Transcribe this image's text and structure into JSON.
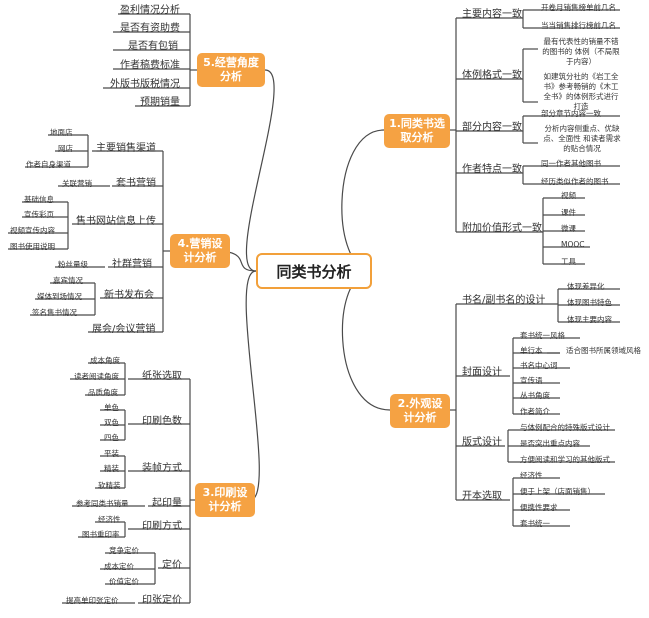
{
  "center": "同类书分析",
  "branches": {
    "b1": "1.同类书选取分析",
    "b2": "2.外观设计分析",
    "b3": "3.印刷设计分析",
    "b4": "4.营销设计分析",
    "b5": "5.经营角度分析"
  },
  "b1": {
    "topics": [
      "主要内容一致",
      "体例格式一致",
      "部分内容一致",
      "作者特点一致",
      "附加价值形式一致"
    ],
    "t1": [
      "开卷月销售榜单前几名",
      "当当销售排行榜前几名"
    ],
    "t2": [
      "最有代表性的销量不错的图书的 体例（不局限于内容）",
      "如建筑分社的《岩工全书》参考畅销的《木工全书》的体例形式进行打造"
    ],
    "t3": [
      "部分章节内容一致",
      "分析内容侧重点、优缺点、全面性 和读者需求的贴合情况"
    ],
    "t4": [
      "同一作者其他图书",
      "经历类似作者的图书"
    ],
    "t5": [
      "视频",
      "课件",
      "微课",
      "MOOC",
      "工具"
    ]
  },
  "b2": {
    "topics": [
      "书名/副书名的设计",
      "封面设计",
      "版式设计",
      "开本选取"
    ],
    "t1": [
      "体现差异化",
      "体现图书特色",
      "体现主要内容"
    ],
    "t2": [
      "套书统一风格",
      "单行本",
      "适合图书所属领域风格",
      "书名中心词",
      "宣传语",
      "丛书角度",
      "作者简介"
    ],
    "t3": [
      "与体例配合的特殊版式设计",
      "是否突出重点内容",
      "方便阅读和学习的其他版式"
    ],
    "t4": [
      "经济性",
      "便于上架（店面销售）",
      "便携性要求",
      "套书统一"
    ]
  },
  "b3": {
    "topics": [
      "纸张选取",
      "印刷色数",
      "装帧方式",
      "起印量",
      "印刷方式",
      "定价",
      "印张定价"
    ],
    "t1": [
      "成本角度",
      "读者阅读角度",
      "品质角度"
    ],
    "t2": [
      "单色",
      "双色",
      "四色"
    ],
    "t3": [
      "平装",
      "精装",
      "软精装"
    ],
    "t4": [
      "参考同类书销量"
    ],
    "t5": [
      "经济性",
      "图书重印率"
    ],
    "t6": [
      "竞争定价",
      "成本定价",
      "价值定价"
    ],
    "t7": [
      "提高单印张定价"
    ]
  },
  "b4": {
    "topics": [
      "主要销售渠道",
      "套书营销",
      "售书网站信息上传",
      "社群营销",
      "新书发布会",
      "展会/会议营销"
    ],
    "t1": [
      "地面店",
      "网店",
      "作者自身渠道"
    ],
    "t2": [
      "关联营销"
    ],
    "t3": [
      "基础信息",
      "宣传彩页",
      "视频宣传内容",
      "图书使用说明"
    ],
    "t4": [
      "粉丝量级"
    ],
    "t5": [
      "嘉宾情况",
      "媒体到场情况",
      "签名售书情况"
    ]
  },
  "b5": {
    "topics": [
      "盈利情况分析",
      "是否有资助费",
      "是否有包销",
      "作者稿费标准",
      "外版书版税情况",
      "预期销量"
    ]
  }
}
